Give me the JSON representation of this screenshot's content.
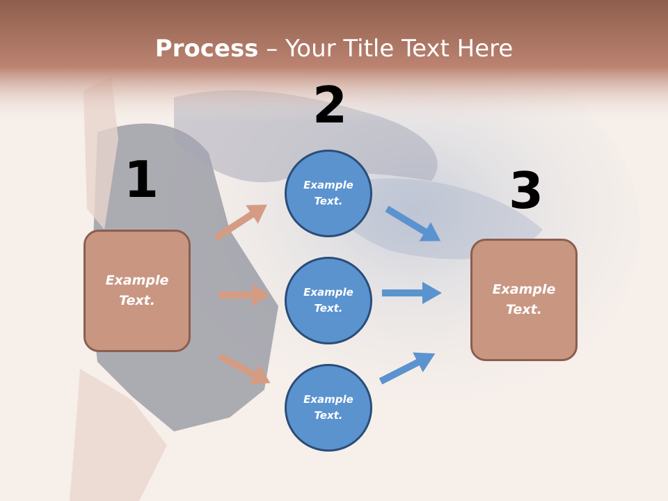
{
  "slide": {
    "title_bold": "Process",
    "title_rest": " – Your Title Text Here"
  },
  "steps": [
    {
      "number": "1",
      "text": "Example\nText."
    },
    {
      "number": "2",
      "text": "Example\nText."
    },
    {
      "number": "3",
      "text": "Example\nText."
    }
  ],
  "circles": [
    {
      "text": "Example\nText."
    },
    {
      "text": "Example\nText."
    },
    {
      "text": "Example\nText."
    }
  ],
  "colors": {
    "header": "#b98171",
    "box_fill": "#c99682",
    "box_border": "#8a5e4e",
    "circle_fill": "#5b93cf",
    "circle_border": "#2a4d78",
    "arrow_brown": "#d59c84",
    "arrow_blue": "#5b93cf"
  }
}
